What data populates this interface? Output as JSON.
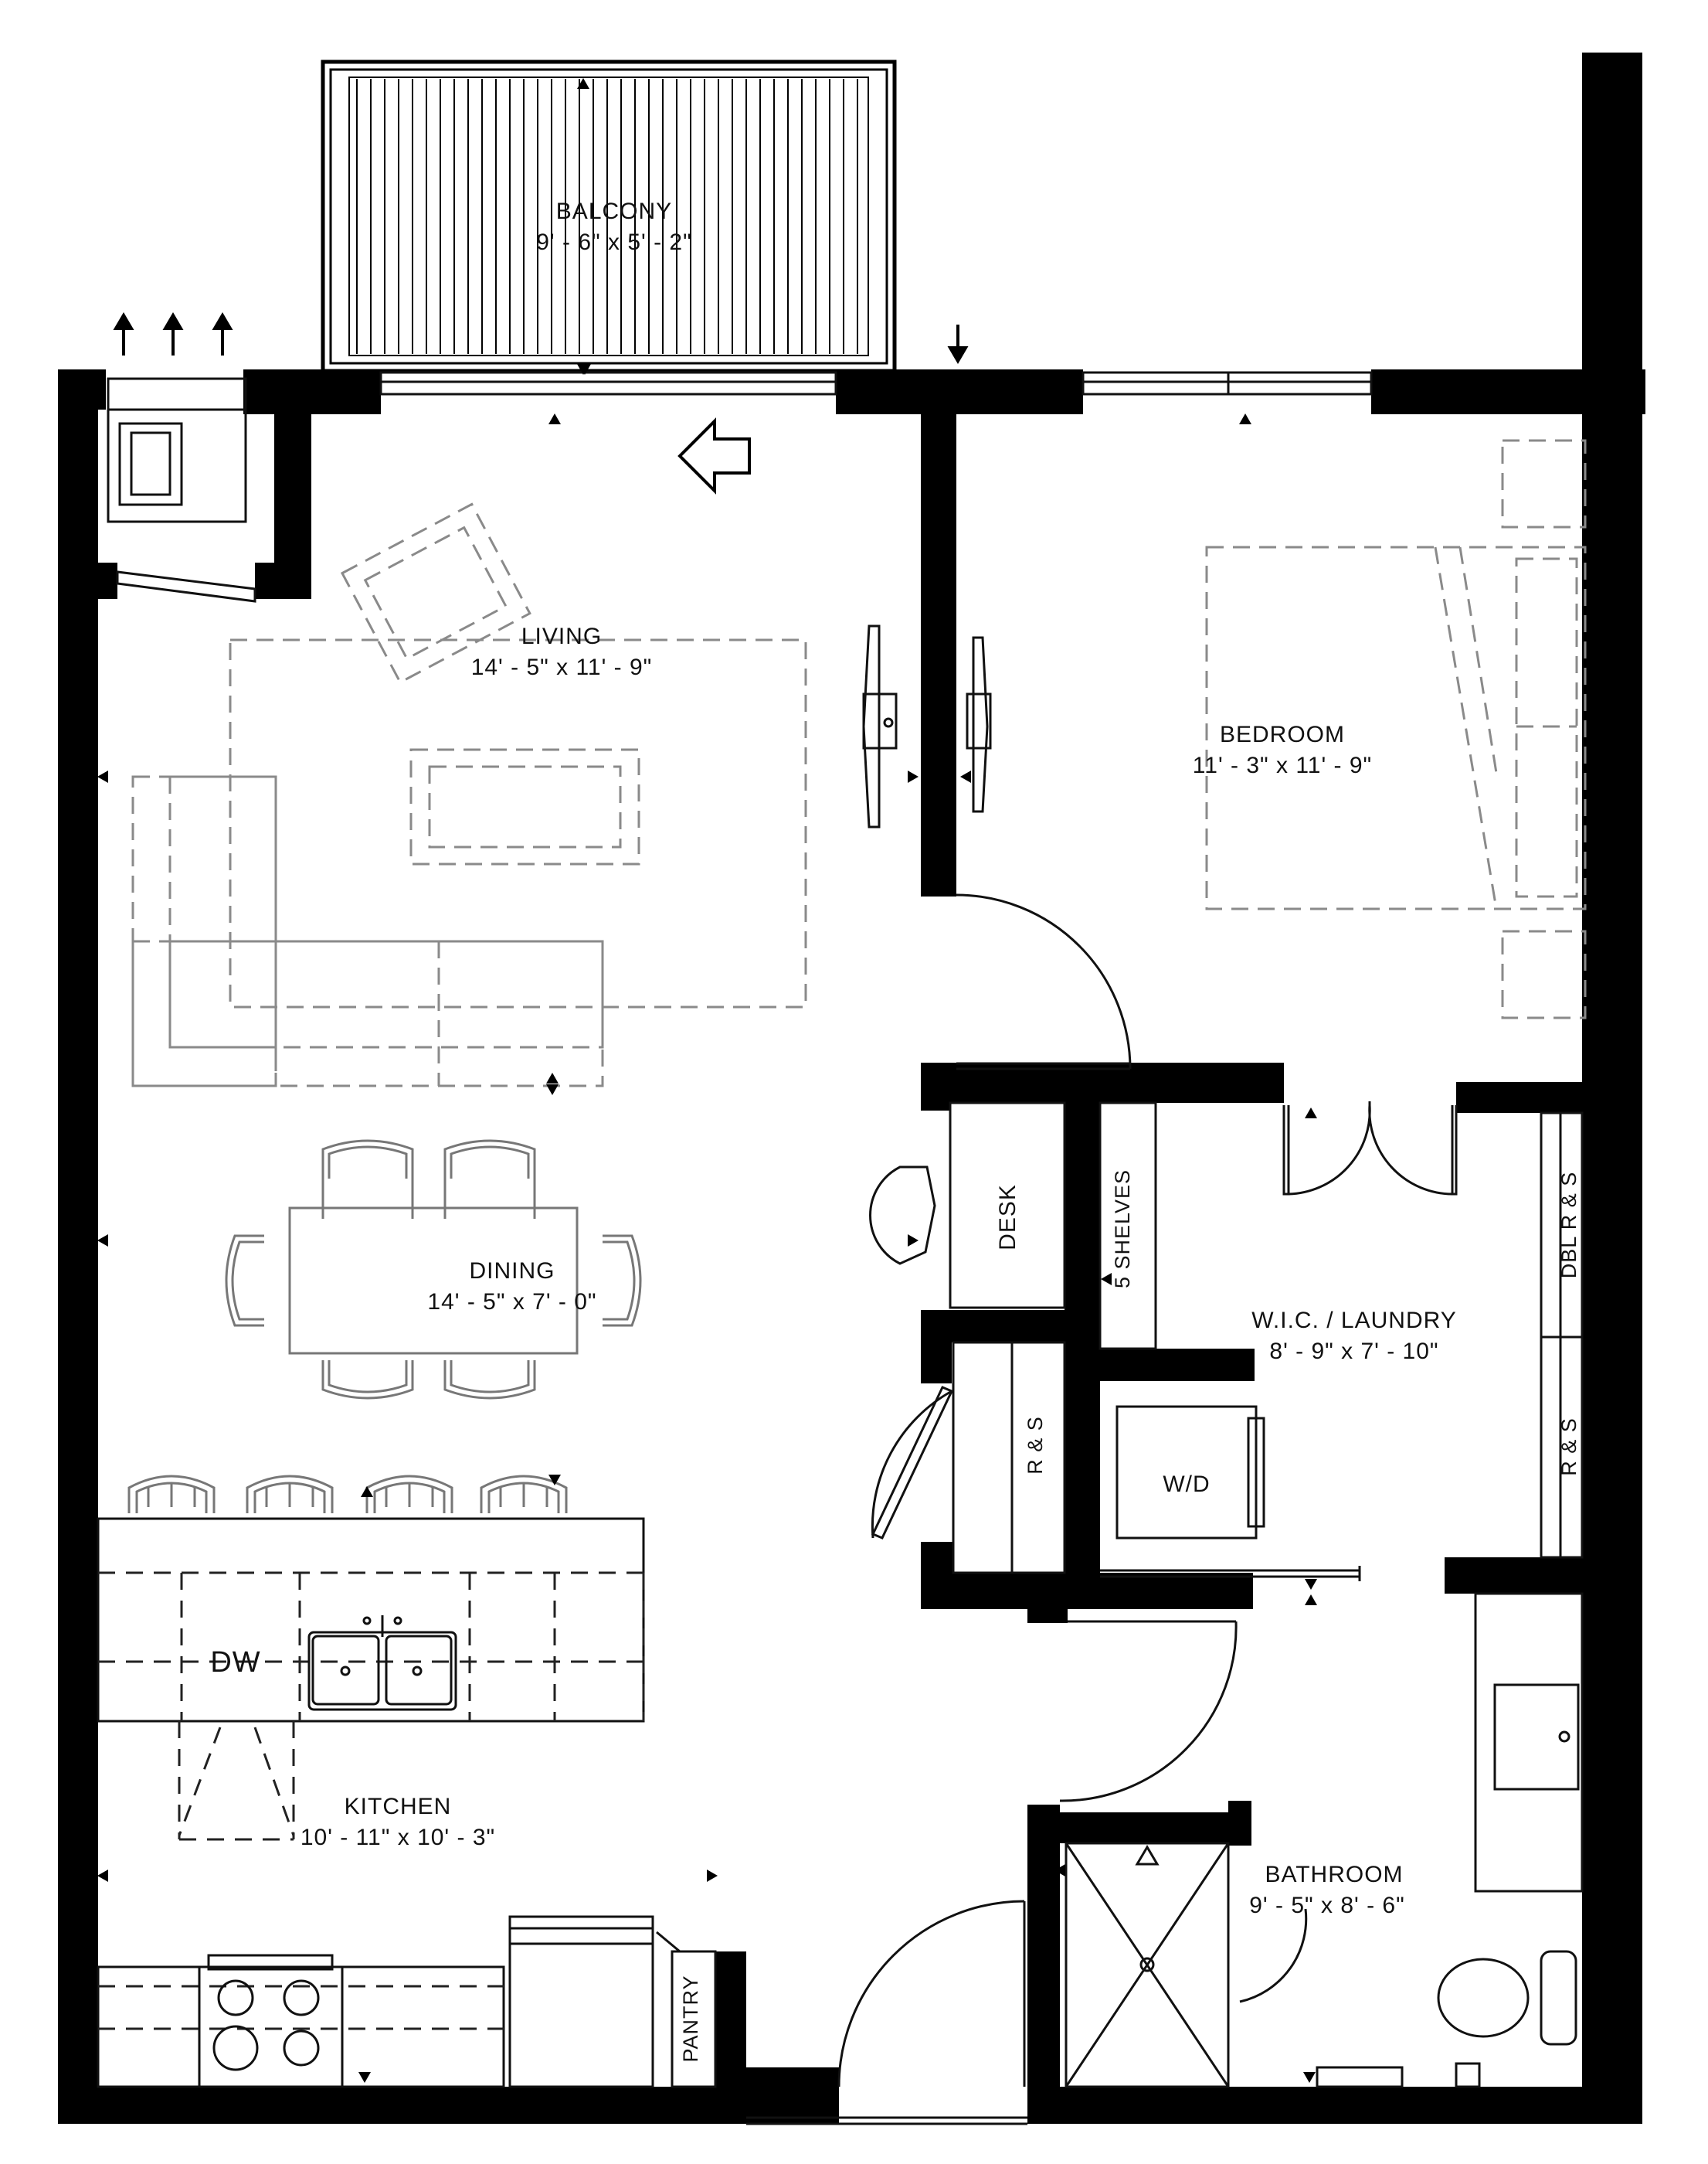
{
  "rooms": {
    "balcony": {
      "name": "BALCONY",
      "dims": "9' - 6\" x 5' - 2\""
    },
    "living": {
      "name": "LIVING",
      "dims": "14' - 5\" x 11' - 9\""
    },
    "bedroom": {
      "name": "BEDROOM",
      "dims": "11' - 3\" x 11' - 9\""
    },
    "dining": {
      "name": "DINING",
      "dims": "14' - 5\" x 7' - 0\""
    },
    "wic_laundry": {
      "name": "W.I.C. / LAUNDRY",
      "dims": "8' - 9\" x 7' - 10\""
    },
    "kitchen": {
      "name": "KITCHEN",
      "dims": "10' - 11\" x 10' - 3\""
    },
    "bathroom": {
      "name": "BATHROOM",
      "dims": "9' - 5\" x 8' - 6\""
    }
  },
  "fixtures": {
    "desk": "DESK",
    "shelves": "5 SHELVES",
    "dbl_rs": "DBL R & S",
    "rs_closet": "R & S",
    "rs_wic": "R & S",
    "washer_dryer": "W/D",
    "dishwasher": "DW",
    "pantry": "PANTRY"
  },
  "colors": {
    "wall": "#000000",
    "furniture": "#8a8a8a",
    "background": "#ffffff"
  }
}
